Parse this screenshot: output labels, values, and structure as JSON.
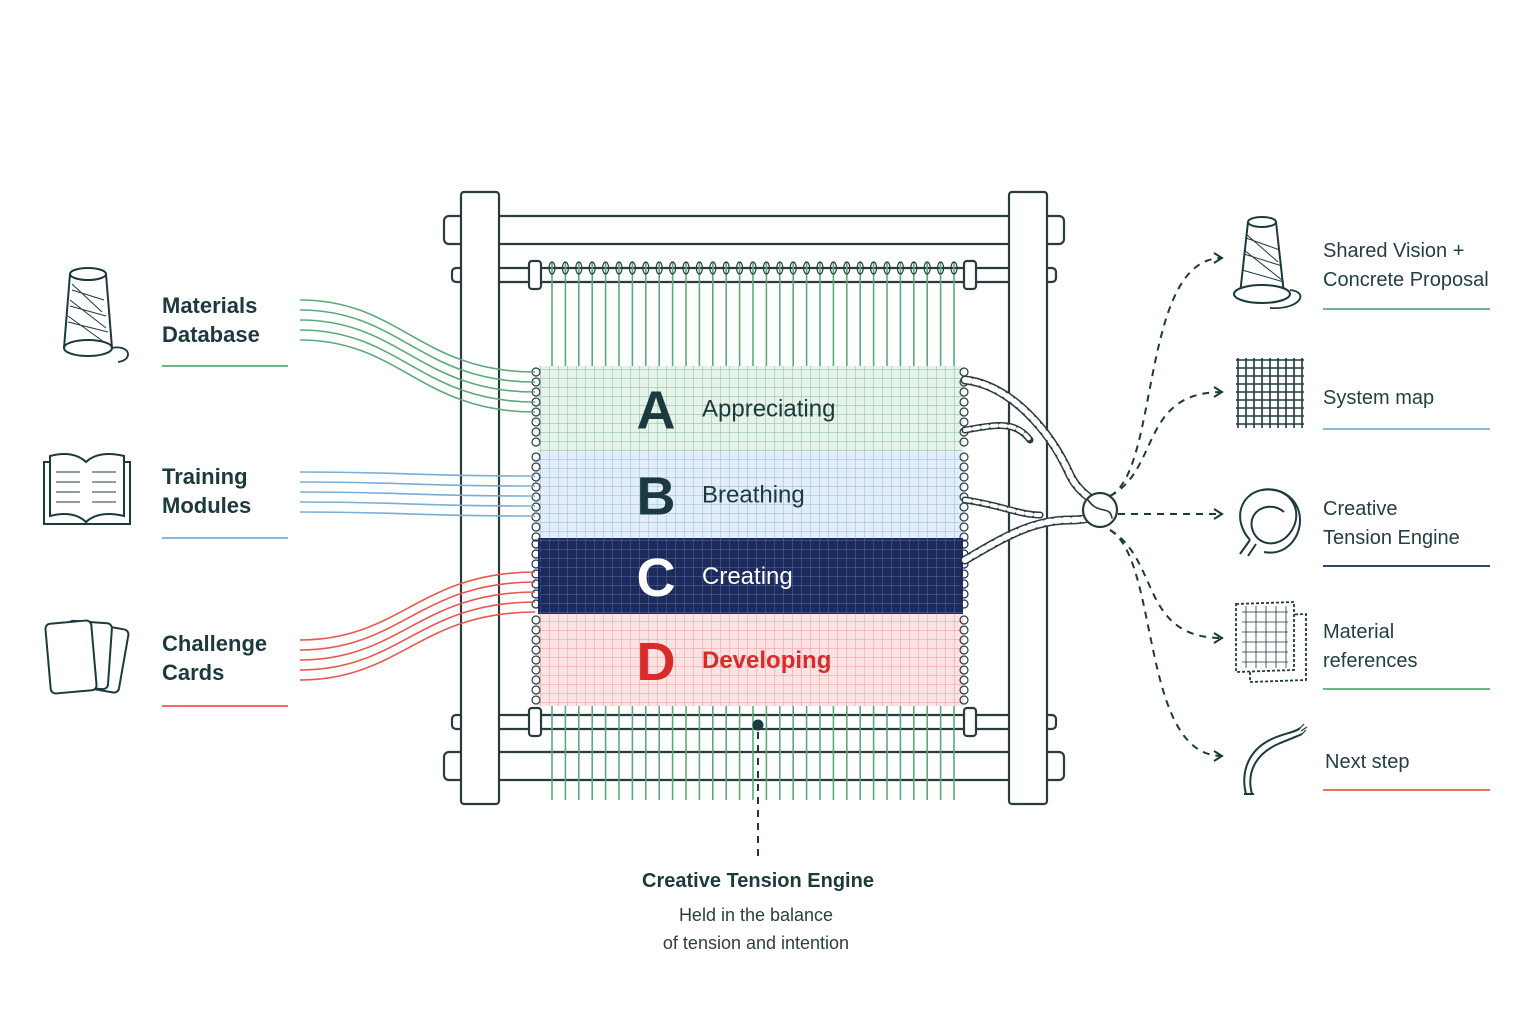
{
  "inputs": [
    {
      "label": "Materials\nDatabase",
      "icon": "spool-icon",
      "color": "#5aab78"
    },
    {
      "label": "Training\nModules",
      "icon": "open-book-icon",
      "color": "#7aaed8"
    },
    {
      "label": "Challenge\nCards",
      "icon": "cards-icon",
      "color": "#e8584e"
    }
  ],
  "bands": [
    {
      "letter": "A",
      "label": "Appreciating",
      "fill": "#e6f2ea",
      "grid": "#8fc7a3",
      "letter_color": "#1c3a3e",
      "text_color": "#1c3a3e"
    },
    {
      "letter": "B",
      "label": "Breathing",
      "fill": "#e4eef8",
      "grid": "#9fc3e6",
      "letter_color": "#1c3a3e",
      "text_color": "#1c3a3e"
    },
    {
      "letter": "C",
      "label": "Creating",
      "fill": "#1c2a5c",
      "grid": "#4d5f95",
      "letter_color": "#ffffff",
      "text_color": "#ffffff"
    },
    {
      "letter": "D",
      "label": "Developing",
      "fill": "#fbe3e3",
      "grid": "#f2a3a3",
      "letter_color": "#d92b2b",
      "text_color": "#d92b2b"
    }
  ],
  "outputs": [
    {
      "label": "Shared Vision +\nConcrete Proposal",
      "icon": "spool-icon",
      "color": "#5aab78"
    },
    {
      "label": "System map",
      "icon": "grid-icon",
      "color": "#7aaed8"
    },
    {
      "label": "Creative\nTension Engine",
      "icon": "knot-icon",
      "color": "#1c2a5c"
    },
    {
      "label": "Material\nreferences",
      "icon": "fabric-swatch-icon",
      "color": "#5aab78"
    },
    {
      "label": "Next step",
      "icon": "thread-icon",
      "color": "#e8584e"
    }
  ],
  "center": {
    "title": "Creative Tension Engine",
    "subtitle": "Held in the balance\nof tension and intention"
  },
  "colors": {
    "ink": "#1c3a3e",
    "warp": "#5aab78",
    "frame": "#2a3b3f"
  }
}
